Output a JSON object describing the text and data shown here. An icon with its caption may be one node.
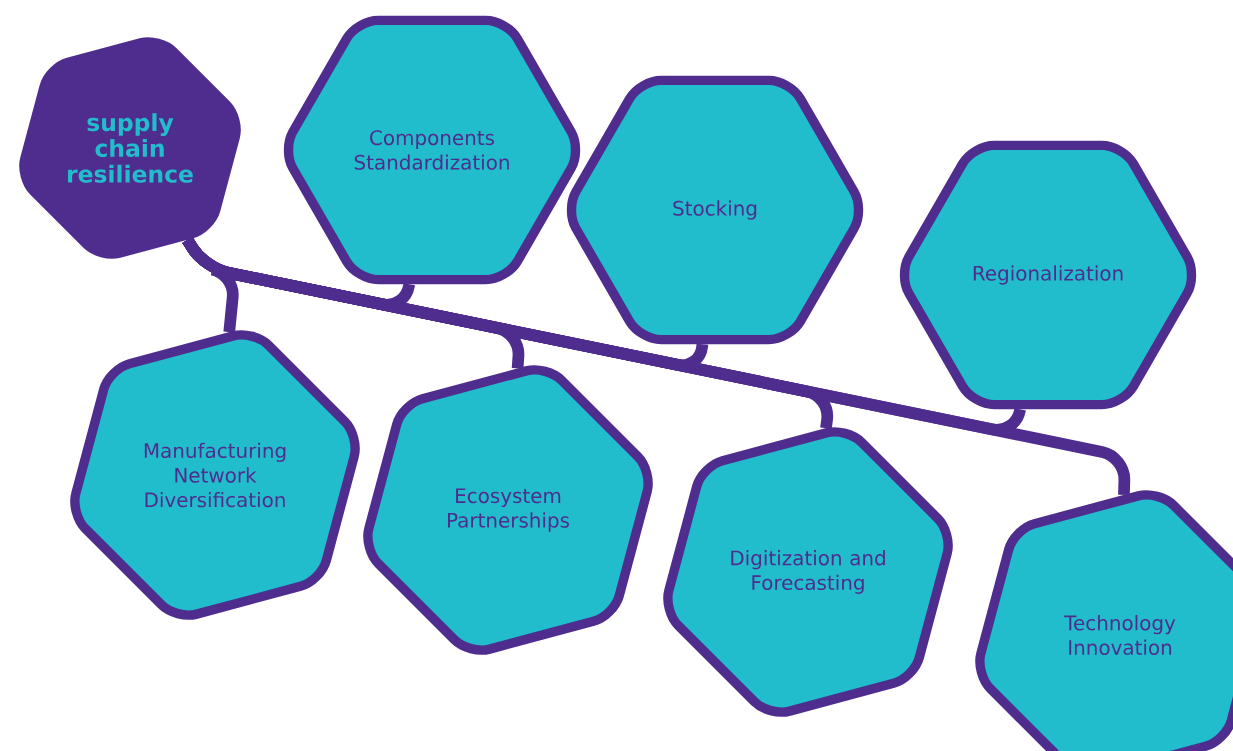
{
  "diagram": {
    "nodes": [
      {
        "text": [
          "supply chain resilience"
        ]
      },
      {
        "text": [
          "Components Standardization"
        ]
      },
      {
        "text": [
          "Stocking"
        ]
      },
      {
        "text": [
          "Regionalization"
        ]
      },
      {
        "text": [
          "Manufacturing Network Diversification"
        ]
      },
      {
        "text": [
          "Ecosystem Partnerships"
        ]
      },
      {
        "text": [
          "Digitization and Forecasting"
        ]
      },
      {
        "text": [
          "Technology Innovation"
        ]
      }
    ],
    "edges": [
      {
        "from": 0,
        "to": 1,
        "arrow": "none"
      },
      {
        "from": 0,
        "to": 2,
        "arrow": "none"
      },
      {
        "from": 0,
        "to": 3,
        "arrow": "none"
      },
      {
        "from": 0,
        "to": 4,
        "arrow": "none"
      },
      {
        "from": 0,
        "to": 5,
        "arrow": "none"
      },
      {
        "from": 0,
        "to": 6,
        "arrow": "none"
      },
      {
        "from": 0,
        "to": 7,
        "arrow": "none"
      }
    ]
  }
}
